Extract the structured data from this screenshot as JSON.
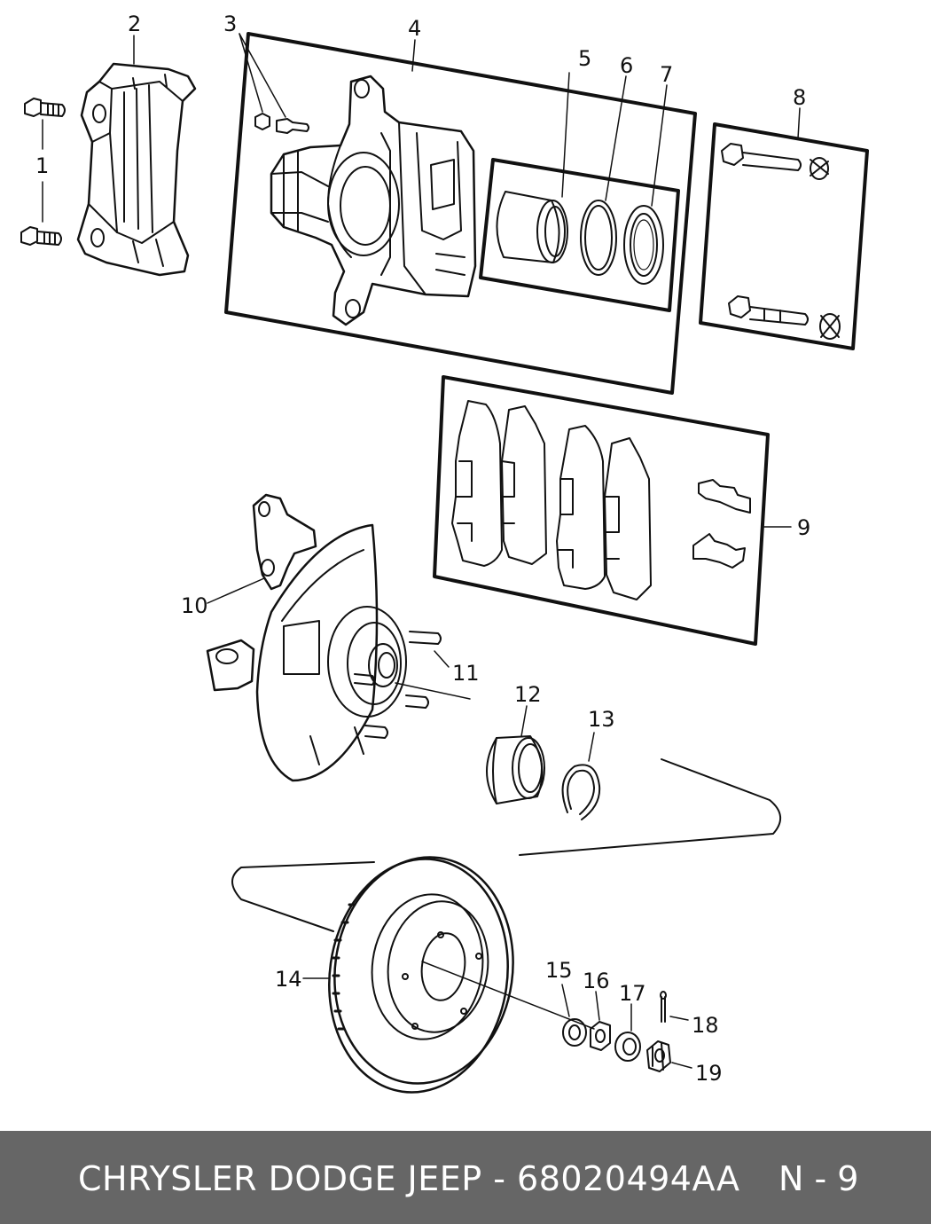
{
  "diagram": {
    "callouts": [
      "1",
      "2",
      "3",
      "4",
      "5",
      "6",
      "7",
      "8",
      "9",
      "10",
      "11",
      "12",
      "13",
      "14",
      "15",
      "16",
      "17",
      "18",
      "19"
    ],
    "parts": [
      {
        "id": "1",
        "icon": "caliper-mount-bolt-icon"
      },
      {
        "id": "2",
        "icon": "caliper-adapter-bracket-icon"
      },
      {
        "id": "3",
        "icon": "bleeder-screw-icon"
      },
      {
        "id": "4",
        "icon": "brake-caliper-icon"
      },
      {
        "id": "5",
        "icon": "caliper-piston-icon"
      },
      {
        "id": "6",
        "icon": "piston-seal-icon"
      },
      {
        "id": "7",
        "icon": "piston-boot-icon"
      },
      {
        "id": "8",
        "icon": "guide-pin-bolt-icon"
      },
      {
        "id": "9",
        "icon": "brake-pad-kit-icon"
      },
      {
        "id": "10",
        "icon": "steering-knuckle-icon"
      },
      {
        "id": "11",
        "icon": "wheel-stud-icon"
      },
      {
        "id": "12",
        "icon": "wheel-bearing-icon"
      },
      {
        "id": "13",
        "icon": "snap-ring-icon"
      },
      {
        "id": "14",
        "icon": "brake-rotor-icon"
      },
      {
        "id": "15",
        "icon": "washer-icon"
      },
      {
        "id": "16",
        "icon": "hub-nut-icon"
      },
      {
        "id": "17",
        "icon": "nut-retainer-icon"
      },
      {
        "id": "18",
        "icon": "cotter-pin-icon"
      },
      {
        "id": "19",
        "icon": "castle-nut-icon"
      }
    ],
    "colors": {
      "line": "#111111",
      "background": "#ffffff"
    }
  },
  "footer": {
    "title": "CHRYSLER DODGE JEEP - 68020494AA",
    "page": "N - 9",
    "background": "#666666",
    "text_color": "#ffffff"
  }
}
